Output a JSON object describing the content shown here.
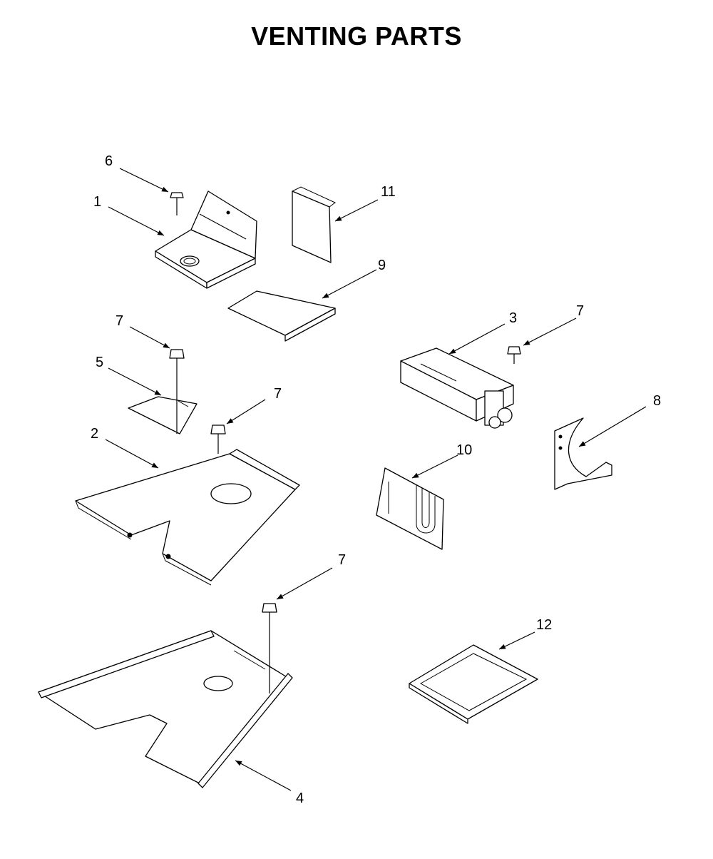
{
  "title": "VENTING PARTS",
  "callouts": [
    "1",
    "2",
    "3",
    "4",
    "5",
    "6",
    "7",
    "7",
    "7",
    "7",
    "8",
    "9",
    "10",
    "11",
    "12"
  ],
  "colors": {
    "line": "#000000",
    "background": "#ffffff"
  }
}
